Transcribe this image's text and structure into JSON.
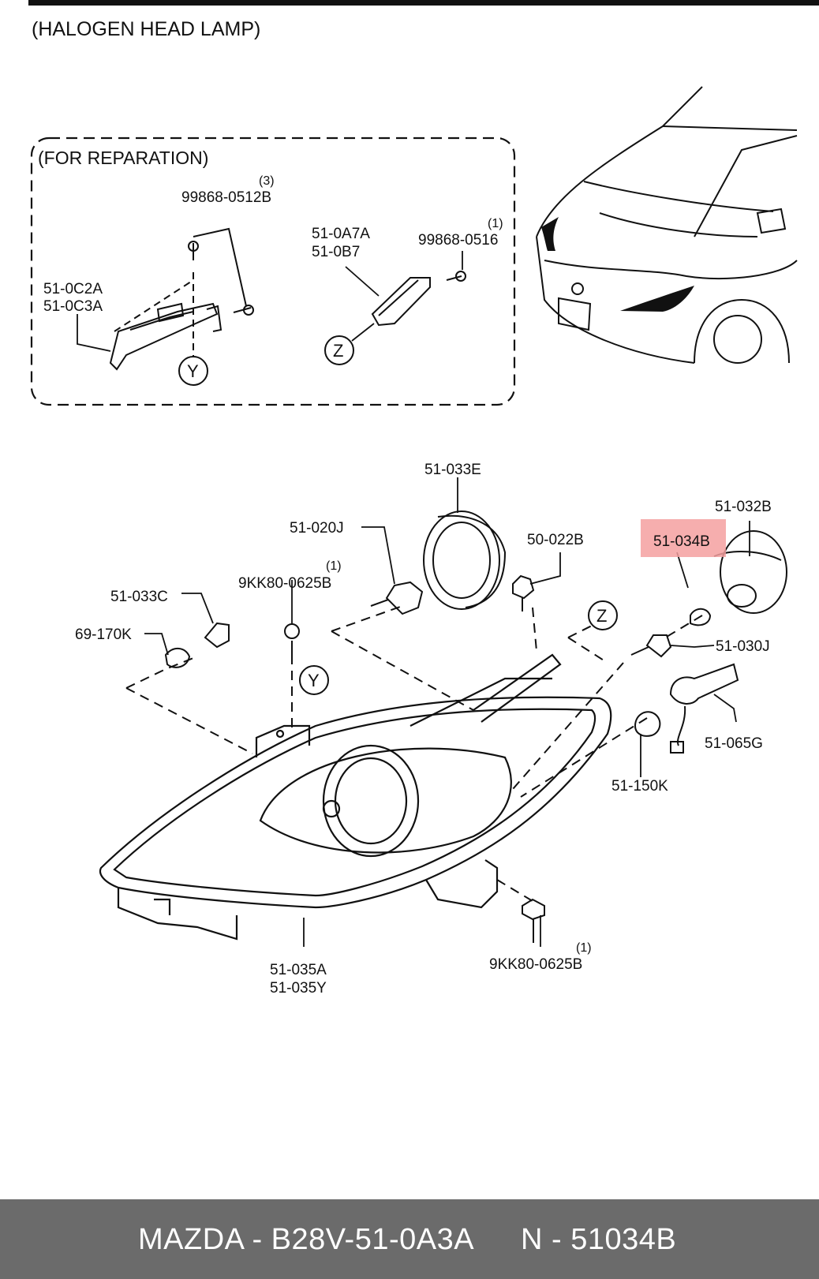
{
  "diagram": {
    "title": "(HALOGEN HEAD LAMP)",
    "reparation_title": "(FOR REPARATION)",
    "highlight_color": "#f4a0a0",
    "labels": {
      "p99868_0512b": "99868-0512B",
      "p99868_0512b_qty": "(3)",
      "p510c2a": "51-0C2A",
      "p510c3a": "51-0C3A",
      "p510a7a": "51-0A7A",
      "p510b7": "51-0B7",
      "p99868_0516": "99868-0516",
      "p99868_0516_qty": "(1)",
      "ref_y_top": "Y",
      "ref_z_top": "Z",
      "p51033e": "51-033E",
      "p51032b": "51-032B",
      "p51034b": "51-034B",
      "p51020j": "51-020J",
      "p50022b": "50-022B",
      "p9kk80_top": "9KK80-0625B",
      "p9kk80_top_qty": "(1)",
      "p51033c": "51-033C",
      "p69170k": "69-170K",
      "ref_z_mid": "Z",
      "ref_y_mid": "Y",
      "p51030j": "51-030J",
      "p51065g": "51-065G",
      "p51150k": "51-150K",
      "p51035a": "51-035A",
      "p51035y": "51-035Y",
      "p9kk80_bot": "9KK80-0625B",
      "p9kk80_bot_qty": "(1)"
    }
  },
  "footer": {
    "left_text": "MAZDA - B28V-51-0A3A",
    "right_text": "N - 51034B",
    "background": "#6b6b6b"
  }
}
